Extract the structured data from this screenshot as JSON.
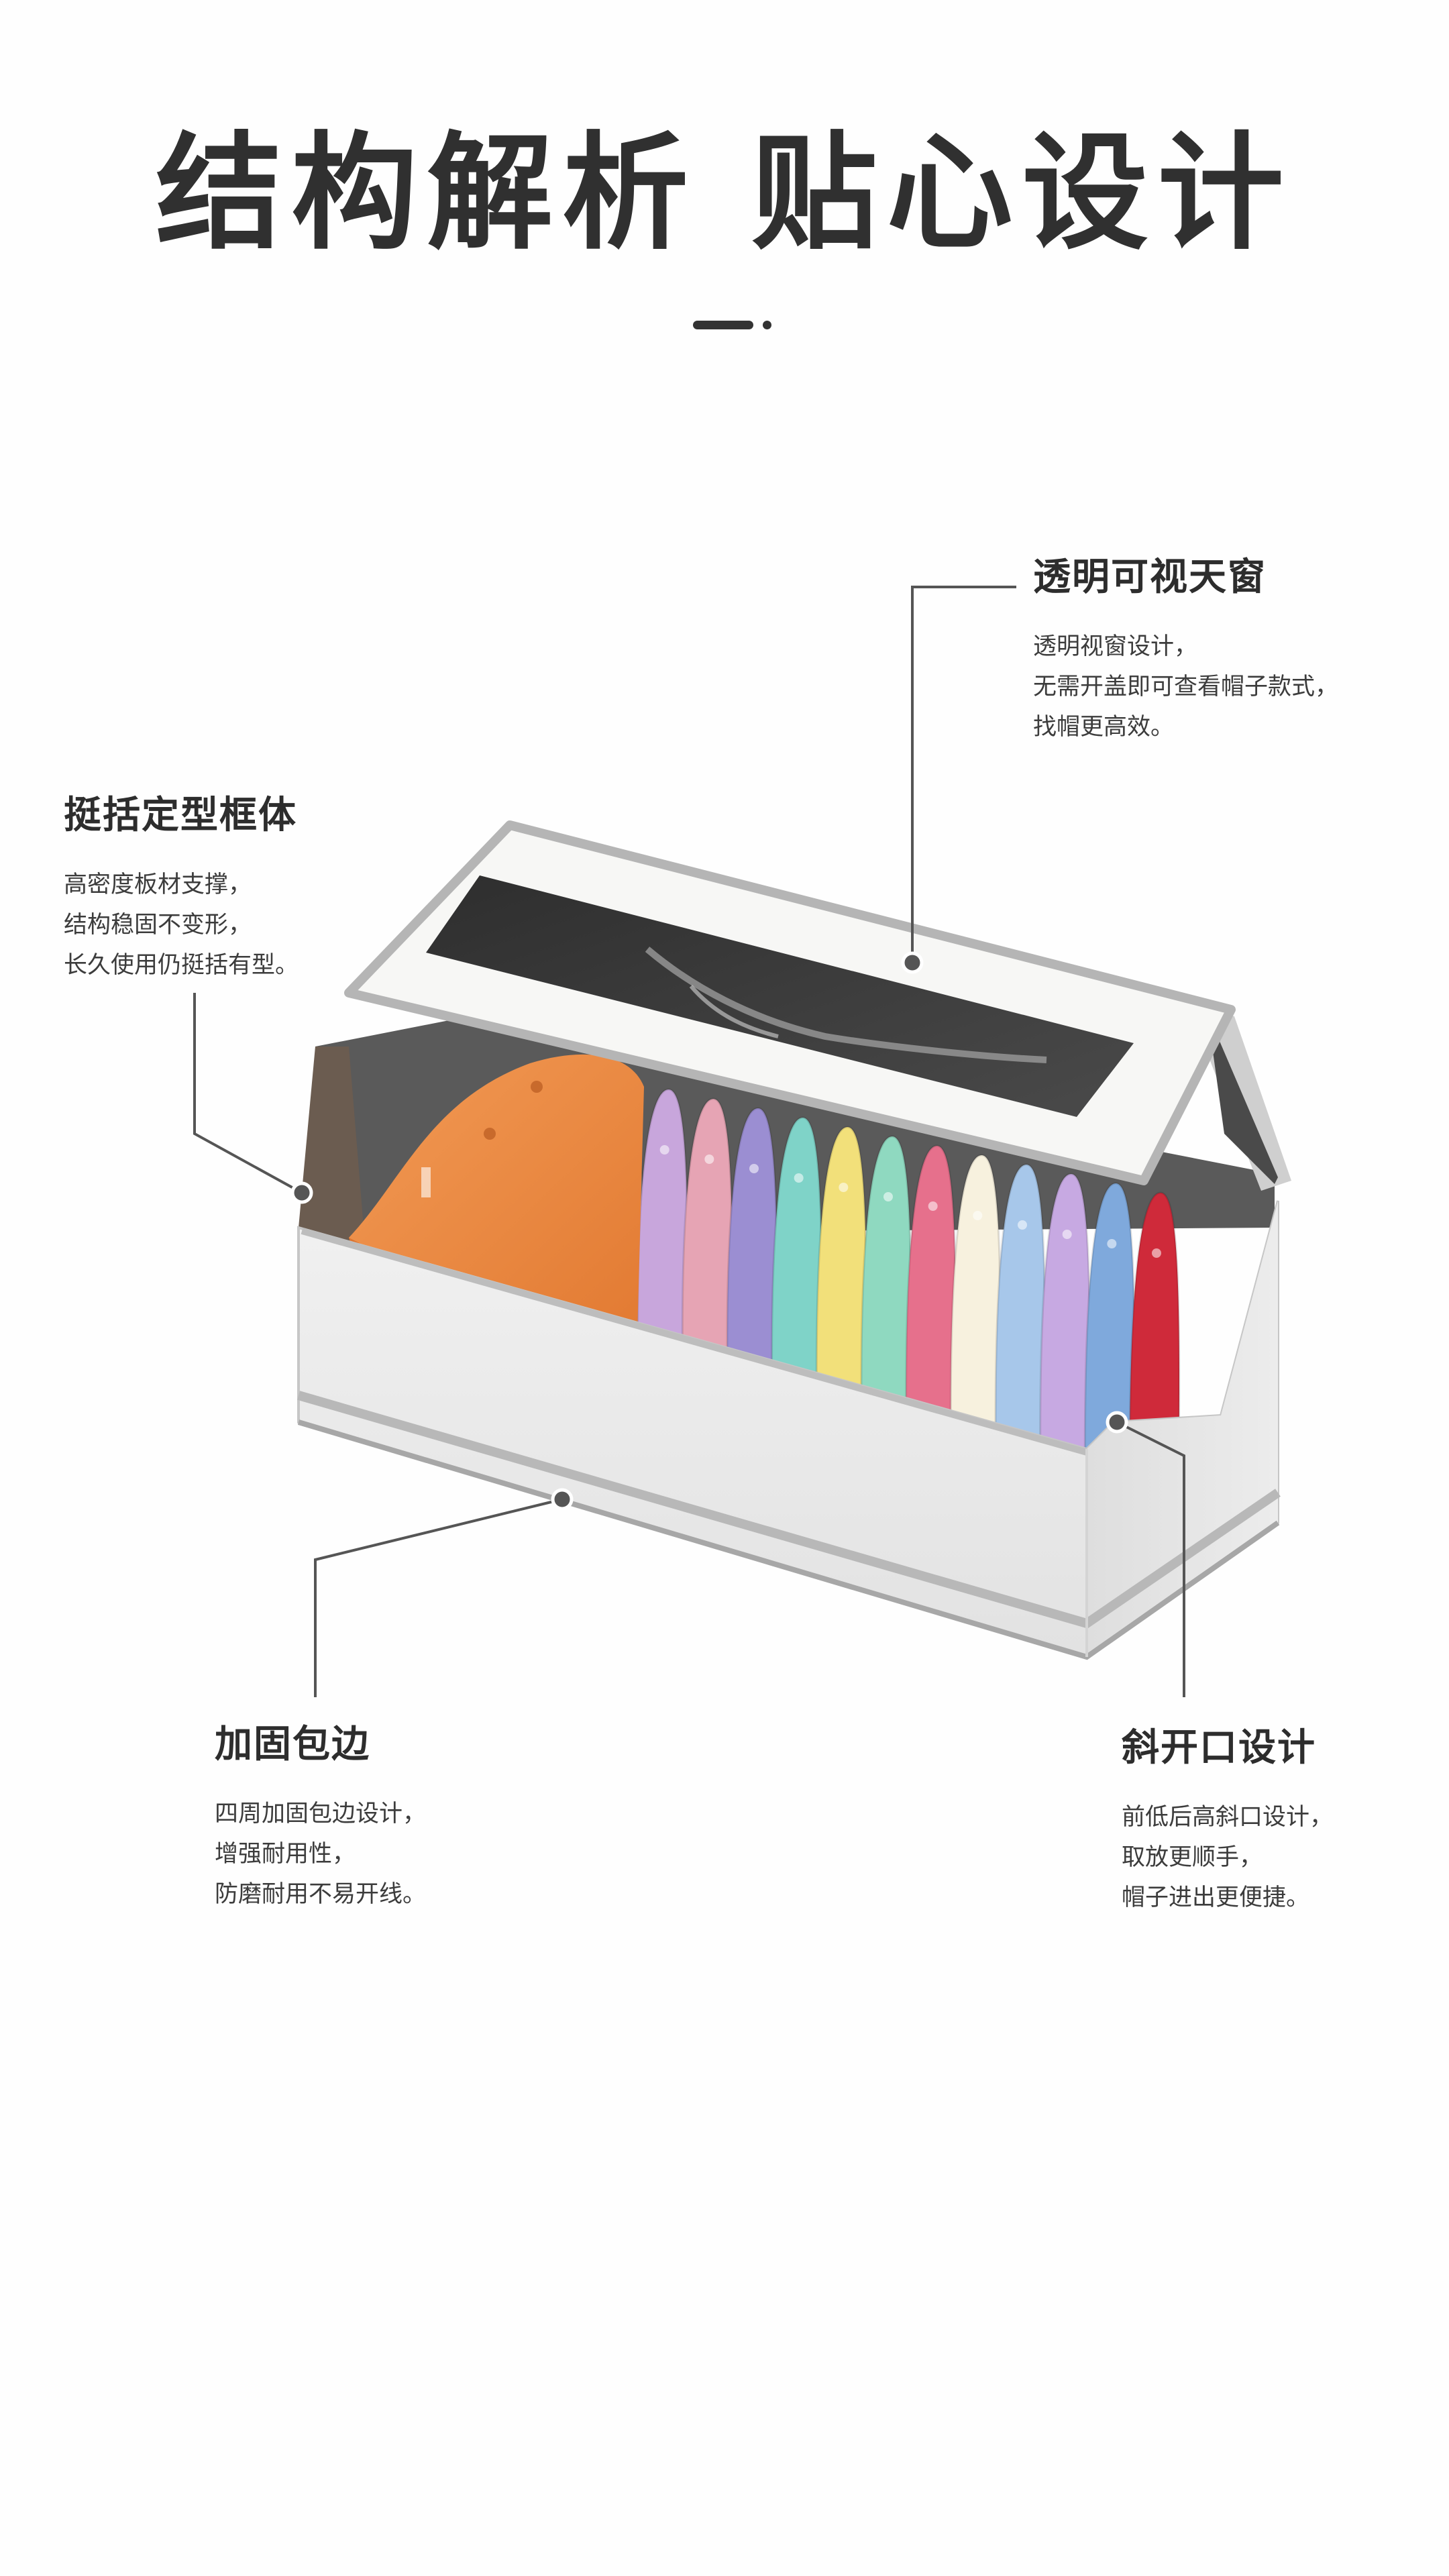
{
  "title": "结构解析 贴心设计",
  "callouts": {
    "window": {
      "heading": "透明可视天窗",
      "lines": [
        "透明视窗设计，",
        "无需开盖即可查看帽子款式，",
        "找帽更高效。"
      ]
    },
    "frame": {
      "heading": "挺括定型框体",
      "lines": [
        "高密度板材支撑，",
        "结构稳固不变形，",
        "长久使用仍挺括有型。"
      ]
    },
    "edge": {
      "heading": "加固包边",
      "lines": [
        "四周加固包边设计，",
        "增强耐用性，",
        "防磨耐用不易开线。"
      ]
    },
    "slant": {
      "heading": "斜开口设计",
      "lines": [
        "前低后高斜口设计，",
        "取放更顺手，",
        "帽子进出更便捷。"
      ]
    }
  },
  "colors": {
    "box_body": "#e9e9e9",
    "box_trim": "#b8b8b8",
    "lid_window": "#3b3b3b",
    "callout_line": "#555555",
    "caps": [
      "#7d8a95",
      "#c8a6dc",
      "#e6a4b4",
      "#9b8ed2",
      "#7fd3c8",
      "#f2e07a",
      "#8fd9c0",
      "#e6708c",
      "#f7f1de",
      "#a7c7ea",
      "#c7a9e2",
      "#7fa9dc",
      "#cf2a3a"
    ],
    "front_cap": "#ef8d47"
  },
  "icons": {
    "callout_marker": "dot-marker-icon"
  }
}
